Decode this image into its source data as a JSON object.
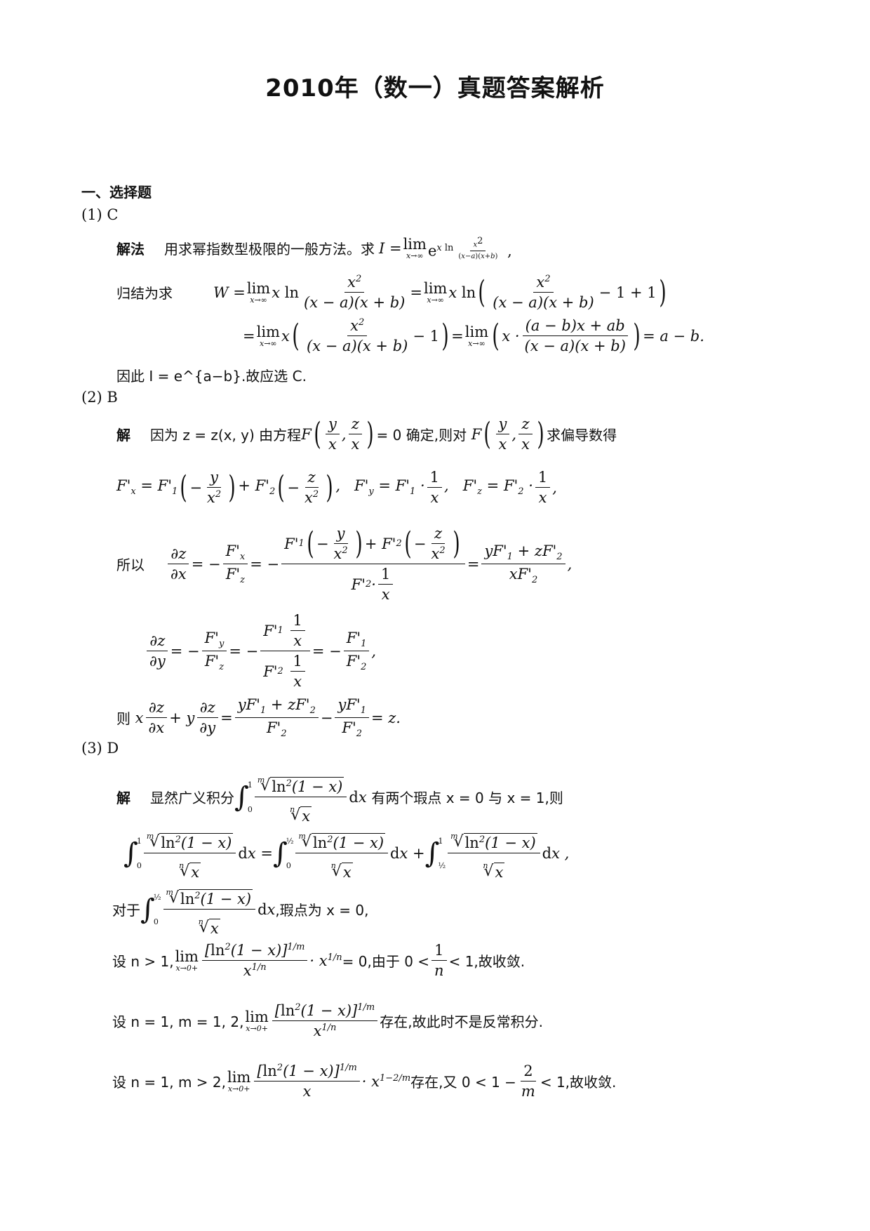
{
  "title": "2010年（数一）真题答案解析",
  "section": "一、选择题",
  "q1": {
    "label": "(1) C",
    "method_label": "解法",
    "method_text": "用求幂指数型极限的一般方法。求",
    "I_expr": "I = lim e^{x ln(x²/((x−a)(x+b)))},",
    "reduce_label": "归结为求",
    "W_line1": "W = lim x ln x²/((x−a)(x+b)) = lim x ln( x²/((x−a)(x+b)) − 1 + 1 )",
    "W_line2": "= lim x ( x²/((x−a)(x+b)) − 1 ) = lim ( x · ((a−b)x+ab)/((x−a)(x+b)) ) = a − b.",
    "conclusion": "因此 I = e^{a−b}.故应选 C.",
    "lim_sub": "x→∞"
  },
  "q2": {
    "label": "(2) B",
    "sol_label": "解",
    "intro_a": "因为 z = z(x, y) 由方程",
    "intro_b": "= 0 确定,则对",
    "intro_c": "求偏导数得",
    "partials": "F'x = F'1(−y/x²) + F'2(−z/x²),  F'y = F'1 · 1/x,  F'z = F'2 · 1/x,",
    "so_label": "所以",
    "dzdx": "∂z/∂x = −F'x/F'z = −[F'1(−y/x²)+F'2(−z/x²)]/(F'2·1/x) = (yF'1+zF'2)/(xF'2),",
    "dzdy": "∂z/∂y = −F'y/F'z = −(F'1·1/x)/(F'2·1/x) = −F'1/F'2,",
    "then_label": "则",
    "final": "x ∂z/∂x + y ∂z/∂y = (yF'1+zF'2)/F'2 − yF'1/F'2 = z."
  },
  "q3": {
    "label": "(3) D",
    "sol_label": "解",
    "intro_a": "显然广义积分",
    "intro_b": "有两个瑕点 x = 0 与 x = 1,则",
    "split": "∫₀¹ = ∫₀^{1/2} + ∫_{1/2}^1",
    "for_label": "对于",
    "for_tail": ",瑕点为 x = 0,",
    "case1_a": "设 n > 1,",
    "case1_b": "= 0,由于 0 <",
    "case1_c": "< 1,故收敛.",
    "case2_a": "设 n = 1, m = 1, 2,",
    "case2_b": "存在,故此时不是反常积分.",
    "case3_a": "设 n = 1, m > 2,",
    "case3_b": "存在,又 0 < 1 −",
    "case3_c": "< 1,故收敛.",
    "lim_sub": "x→0+"
  }
}
